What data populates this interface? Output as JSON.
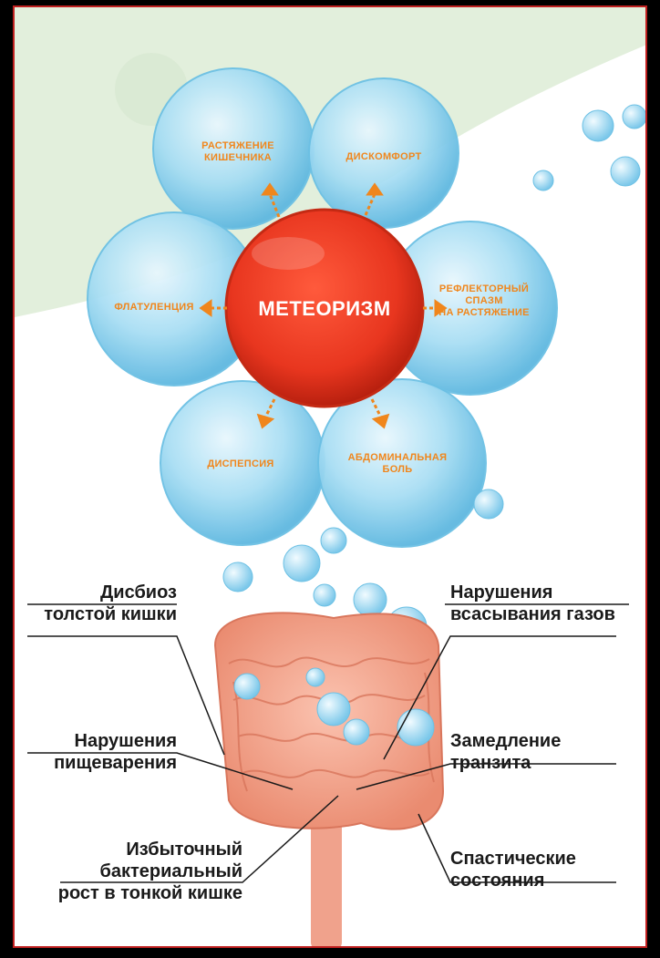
{
  "center": {
    "label": "МЕТЕОРИЗМ"
  },
  "bubbles": [
    {
      "lines": [
        "РАСТЯЖЕНИЕ",
        "КИШЕЧНИКА"
      ]
    },
    {
      "lines": [
        "ДИСКОМФОРТ"
      ]
    },
    {
      "lines": [
        "ФЛАТУЛЕНЦИЯ"
      ]
    },
    {
      "lines": [
        "РЕФЛЕКТОРНЫЙ",
        "СПАЗМ",
        "НА РАСТЯЖЕНИЕ"
      ]
    },
    {
      "lines": [
        "ДИСПЕПСИЯ"
      ]
    },
    {
      "lines": [
        "АБДОМИНАЛЬНАЯ",
        "БОЛЬ"
      ]
    }
  ],
  "causes": {
    "dysbiosis": [
      "Дисбиоз",
      "толстой кишки"
    ],
    "absorption": [
      "Нарушения",
      "всасывания газов"
    ],
    "digestion": [
      "Нарушения",
      "пищеварения"
    ],
    "transit": [
      "Замедление",
      "транзита"
    ],
    "overgrowth": [
      "Избыточный",
      "бактериальный",
      "рост в тонкой кишке"
    ],
    "spastic": [
      "Спастические",
      "состояния"
    ]
  },
  "colors": {
    "bubble": "#8fd3ef",
    "center": "#e8361f",
    "arrow": "#f0861c",
    "intestine": "#f4a18a",
    "background_green": "#e2efdc"
  }
}
